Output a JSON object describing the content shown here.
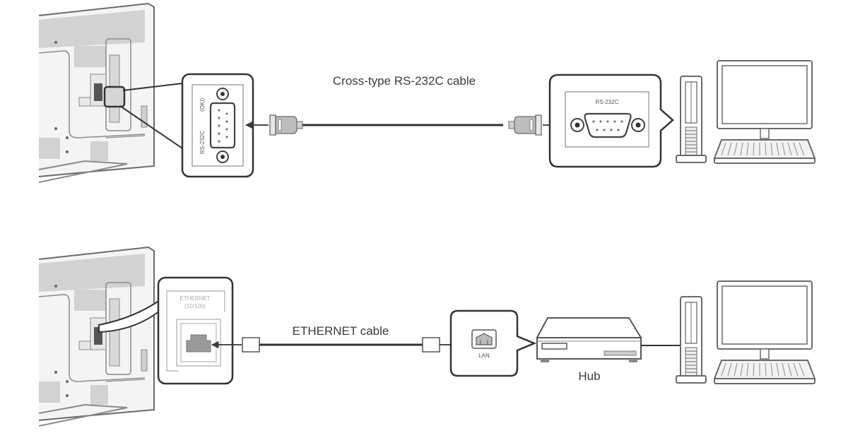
{
  "diagram": {
    "title": "TV external control connection diagram",
    "colors": {
      "line": "#3a3a3a",
      "panel_gray": "#cfcfcf",
      "port_fill": "#9a9a9a",
      "background": "#ffffff"
    },
    "rs232c_connection": {
      "cable_label": "Cross-type RS-232C cable",
      "tv_port_label": "RS-232C",
      "tv_port_sub_label": "(OKI)",
      "pc_port_label": "RS-232C",
      "connector_type": "D-sub 9-pin",
      "devices": [
        "TV (rear panel)",
        "Computer"
      ]
    },
    "ethernet_connection": {
      "cable_label": "ETHERNET cable",
      "tv_port_label": "ETHERNET",
      "tv_port_sub_label": "(10/100)",
      "hub_port_label": "LAN",
      "hub_label": "Hub",
      "devices": [
        "TV (rear panel)",
        "Hub",
        "Computer"
      ]
    }
  }
}
